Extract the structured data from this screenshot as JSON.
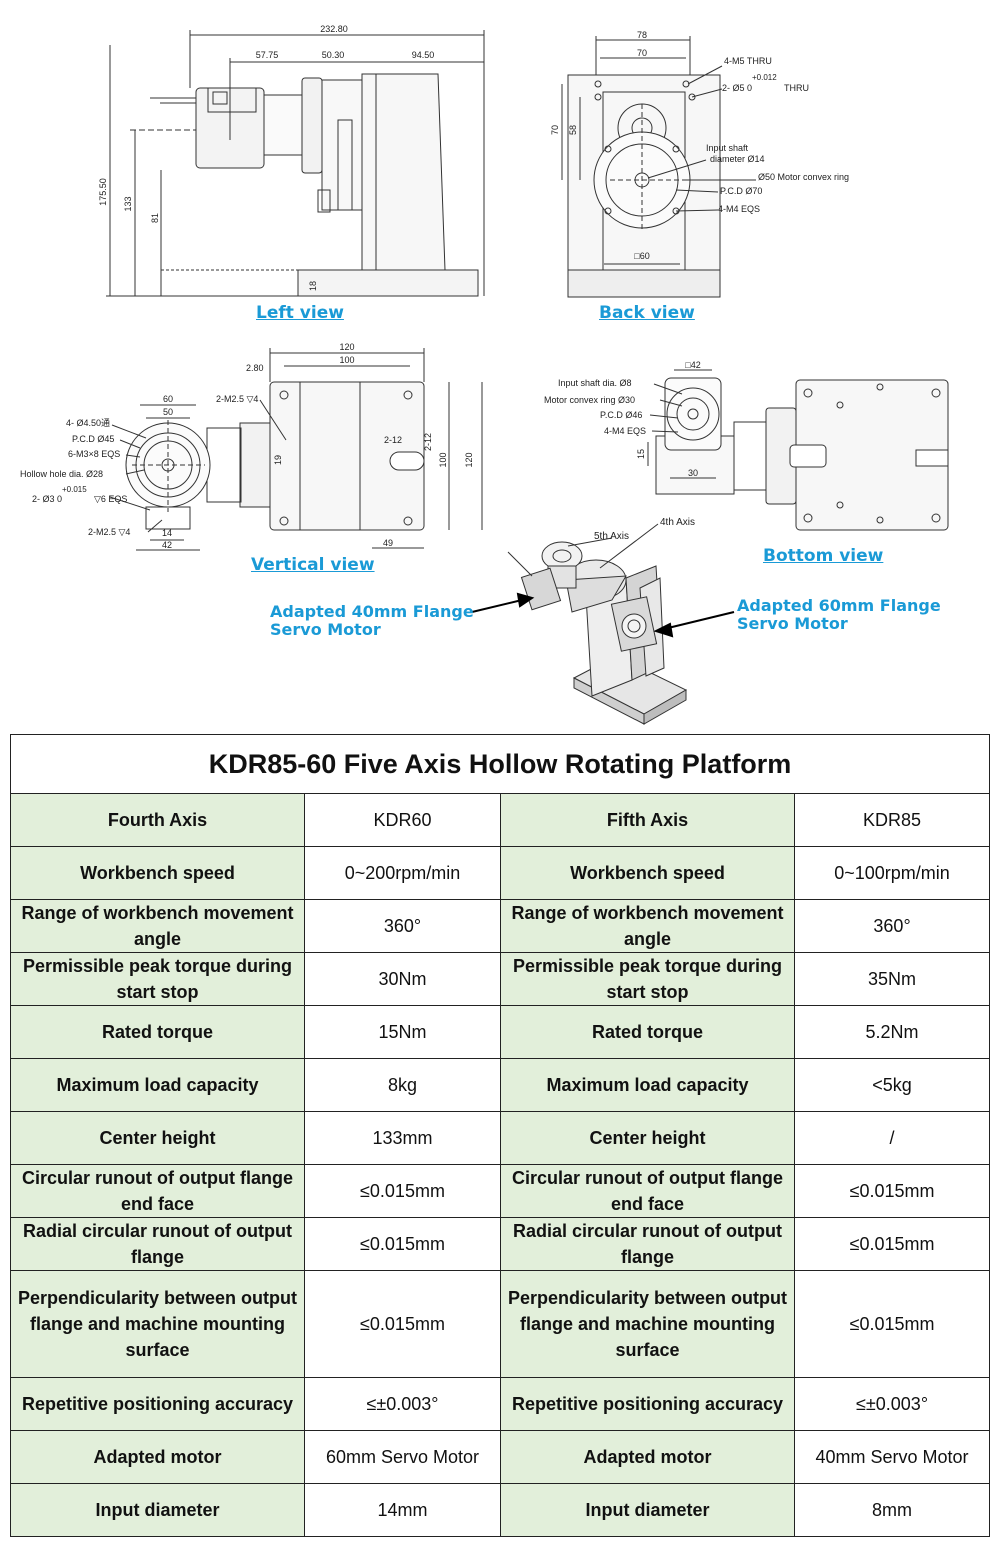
{
  "drawings": {
    "left_view": {
      "label": "Left view",
      "dims": [
        "232.80",
        "57.75",
        "50.30",
        "94.50",
        "175.50",
        "133",
        "81",
        "18"
      ]
    },
    "back_view": {
      "label": "Back view",
      "dims": [
        "78",
        "70",
        "70",
        "58",
        "□60"
      ],
      "notes": [
        "4-M5 THRU",
        "+0.012",
        "2-  Ø5   0",
        "THRU",
        "Input shaft",
        "diameter Ø14",
        "Ø50  Motor convex ring",
        "P.C.D Ø70",
        "4-M4 EQS"
      ]
    },
    "vertical_view": {
      "label": "Vertical view",
      "dims": [
        "120",
        "100",
        "2.80",
        "60",
        "50",
        "2-M2.5 ▽4",
        "2-12",
        "2-12",
        "100",
        "120",
        "19",
        "49",
        "14",
        "42"
      ],
      "notes": [
        "4- Ø4.50通",
        "P.C.D Ø45",
        "6-M3×8 EQS",
        "Hollow hole dia. Ø28",
        "+0.015",
        "2- Ø3   0",
        "▽6 EQS",
        "2-M2.5 ▽4"
      ]
    },
    "bottom_view": {
      "label": "Bottom view",
      "dims": [
        "□42",
        "15",
        "30"
      ],
      "notes": [
        "Input shaft dia. Ø8",
        "Motor convex ring Ø30",
        "P.C.D Ø46",
        "4-M4 EQS"
      ]
    },
    "assembly": {
      "axis5": "5th Axis",
      "axis4": "4th Axis",
      "callout_left": [
        "Adapted 40mm Flange",
        "Servo Motor"
      ],
      "callout_right": [
        "Adapted 60mm Flange",
        "Servo Motor"
      ]
    }
  },
  "table": {
    "title": "KDR85-60 Five Axis Hollow Rotating Platform",
    "rows": [
      {
        "l1": "Fourth Axis",
        "v1": "KDR60",
        "l2": "Fifth Axis",
        "v2": "KDR85"
      },
      {
        "l1": "Workbench speed",
        "v1": "0~200rpm/min",
        "l2": "Workbench speed",
        "v2": "0~100rpm/min"
      },
      {
        "l1": "Range of workbench movement angle",
        "v1": "360°",
        "l2": "Range of workbench movement angle",
        "v2": "360°"
      },
      {
        "l1": "Permissible peak torque during start stop",
        "v1": "30Nm",
        "l2": "Permissible peak torque during start stop",
        "v2": "35Nm"
      },
      {
        "l1": "Rated torque",
        "v1": "15Nm",
        "l2": "Rated torque",
        "v2": "5.2Nm"
      },
      {
        "l1": "Maximum load capacity",
        "v1": "8kg",
        "l2": "Maximum load capacity",
        "v2": "<5kg"
      },
      {
        "l1": "Center height",
        "v1": "133mm",
        "l2": "Center height",
        "v2": "/"
      },
      {
        "l1": "Circular runout of output flange end face",
        "v1": "≤0.015mm",
        "l2": "Circular runout of output flange end face",
        "v2": "≤0.015mm"
      },
      {
        "l1": "Radial circular runout of output flange",
        "v1": "≤0.015mm",
        "l2": "Radial circular runout of output flange",
        "v2": "≤0.015mm"
      },
      {
        "l1": "Perpendicularity between output flange and machine mounting surface",
        "v1": "≤0.015mm",
        "l2": "Perpendicularity between output flange and machine mounting surface",
        "v2": "≤0.015mm"
      },
      {
        "l1": "Repetitive positioning accuracy",
        "v1": "≤±0.003°",
        "l2": "Repetitive positioning accuracy",
        "v2": "≤±0.003°"
      },
      {
        "l1": "Adapted motor",
        "v1": "60mm Servo Motor",
        "l2": "Adapted motor",
        "v2": "40mm Servo Motor"
      },
      {
        "l1": "Input diameter",
        "v1": "14mm",
        "l2": "Input diameter",
        "v2": "8mm"
      }
    ]
  }
}
